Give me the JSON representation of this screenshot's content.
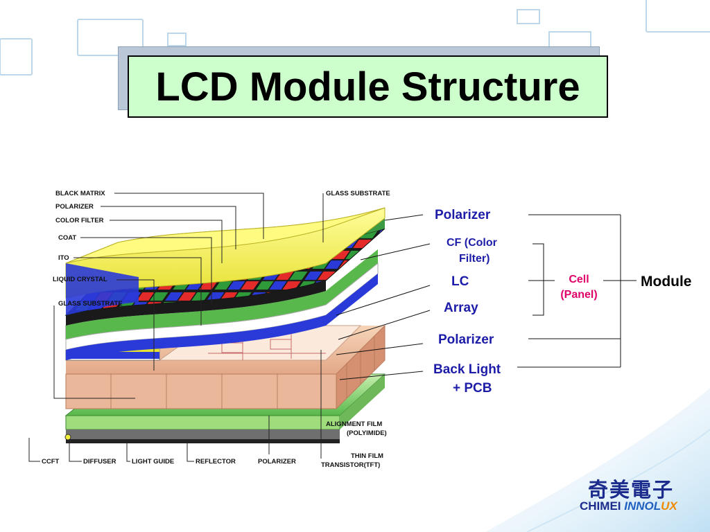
{
  "title": "LCD Module Structure",
  "diagram_labels": {
    "black_matrix": "BLACK MATRIX",
    "polarizer_top": "POLARIZER",
    "color_filter": "COLOR FILTER",
    "coat": "COAT",
    "ito": "ITO",
    "liquid_crystal": "LIQUID CRYSTAL",
    "glass_substrate_left": "GLASS SUBSTRATE",
    "glass_substrate_top": "GLASS SUBSTRATE",
    "alignment_film_1": "ALIGNMENT FILM",
    "alignment_film_2": "(POLYIMIDE)",
    "tft_1": "THIN FILM",
    "tft_2": "TRANSISTOR(TFT)",
    "ccft": "CCFT",
    "diffuser": "DIFFUSER",
    "light_guide": "LIGHT GUIDE",
    "reflector": "REFLECTOR",
    "polarizer_bottom": "POLARIZER"
  },
  "layers": {
    "polarizer_top": "Polarizer",
    "cf_line1": "CF (Color",
    "cf_line2": "Filter)",
    "lc": "LC",
    "array": "Array",
    "polarizer_bottom": "Polarizer",
    "backlight_line1": "Back Light",
    "backlight_line2": "+ PCB"
  },
  "groups": {
    "cell_line1": "Cell",
    "cell_line2": "(Panel)",
    "module": "Module"
  },
  "logo": {
    "chinese": "奇美電子",
    "chimei": "CHIMEI",
    "inno": "INNO",
    "l": "L",
    "ux": "UX"
  },
  "colors": {
    "title_bg": "#ccffcc",
    "layer_label": "#1c1ca8",
    "cell_label": "#e0006a",
    "logo_blue": "#1c2c8c",
    "logo_orange": "#f08a00"
  }
}
